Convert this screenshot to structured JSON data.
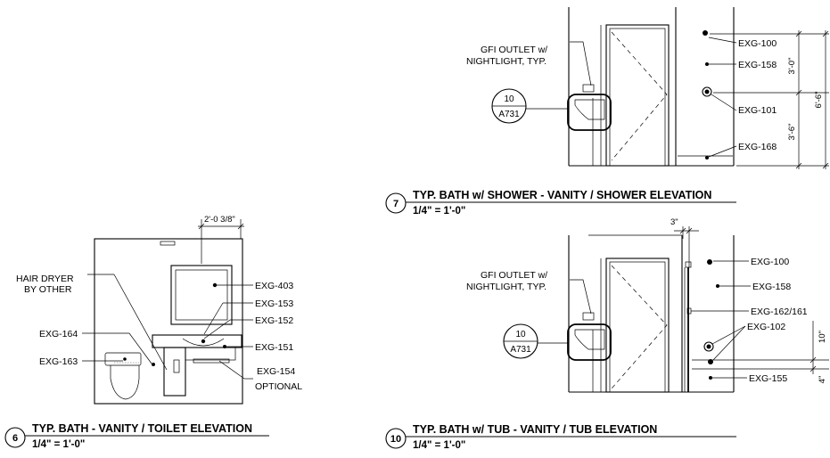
{
  "drawings": {
    "d6": {
      "number": "6",
      "title": "TYP. BATH - VANITY / TOILET ELEVATION",
      "scale": "1/4\" = 1'-0\"",
      "dimension": "2'-0 3/8\"",
      "labels": {
        "hair_dryer_1": "HAIR DRYER",
        "hair_dryer_2": "BY OTHER",
        "exg403": "EXG-403",
        "exg153": "EXG-153",
        "exg152": "EXG-152",
        "exg164": "EXG-164",
        "exg151": "EXG-151",
        "exg163": "EXG-163",
        "exg154": "EXG-154",
        "optional": "OPTIONAL"
      }
    },
    "d7": {
      "number": "7",
      "title": "TYP. BATH w/ SHOWER - VANITY / SHOWER ELEVATION",
      "scale": "1/4\" = 1'-0\"",
      "gfi_1": "GFI OUTLET w/",
      "gfi_2": "NIGHTLIGHT, TYP.",
      "ref_top": "10",
      "ref_bottom": "A731",
      "labels": {
        "exg100": "EXG-100",
        "exg158": "EXG-158",
        "exg101": "EXG-101",
        "exg168": "EXG-168"
      },
      "dims": {
        "d1": "3'-0\"",
        "d2": "3'-6\"",
        "total": "6'-6\""
      }
    },
    "d10": {
      "number": "10",
      "title": "TYP. BATH w/ TUB - VANITY / TUB ELEVATION",
      "scale": "1/4\" = 1'-0\"",
      "gfi_1": "GFI OUTLET w/",
      "gfi_2": "NIGHTLIGHT, TYP.",
      "ref_top": "10",
      "ref_bottom": "A731",
      "labels": {
        "exg100": "EXG-100",
        "exg158": "EXG-158",
        "exg162": "EXG-162/161",
        "exg102": "EXG-102",
        "exg155": "EXG-155"
      },
      "dims": {
        "top": "3\"",
        "right": "10\"",
        "low": "4\""
      }
    }
  }
}
